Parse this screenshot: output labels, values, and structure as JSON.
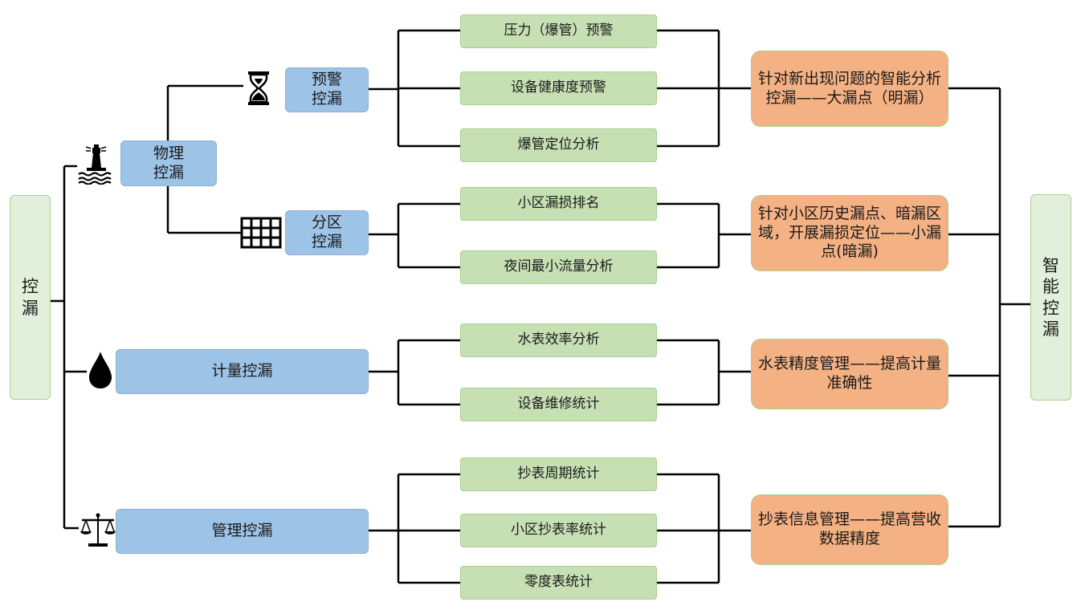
{
  "root": {
    "label": "控\n漏"
  },
  "result": {
    "label": "智\n能\n控\n漏"
  },
  "physical": {
    "label": "物理\n控漏",
    "warning": {
      "label": "预警\n控漏",
      "items": [
        "压力（爆管）预警",
        "设备健康度预警",
        "爆管定位分析"
      ],
      "outcome": "针对新出现问题的智能分析控漏——大漏点（明漏）"
    },
    "zone": {
      "label": "分区\n控漏",
      "items": [
        "小区漏损排名",
        "夜间最小流量分析"
      ],
      "outcome": "针对小区历史漏点、暗漏区域，开展漏损定位——小漏点(暗漏)"
    }
  },
  "metering": {
    "label": "计量控漏",
    "items": [
      "水表效率分析",
      "设备维修统计"
    ],
    "outcome": "水表精度管理——提高计量准确性"
  },
  "management": {
    "label": "管理控漏",
    "items": [
      "抄表周期统计",
      "小区抄表率统计",
      "零度表统计"
    ],
    "outcome": "抄表信息管理——提高营收数据精度"
  },
  "icons": {
    "physical": "lighthouse-icon",
    "warning": "hourglass-icon",
    "zone": "grid-icon",
    "metering": "water-drop-icon",
    "management": "scales-icon"
  },
  "colors": {
    "root_fill": "#e2efda",
    "node_fill": "#9dc3e6",
    "item_fill": "#c6e0b4",
    "outcome_fill": "#f4b183",
    "line": "#000000"
  }
}
